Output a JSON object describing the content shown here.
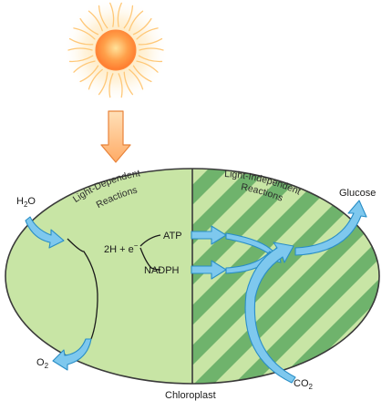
{
  "diagram": {
    "regions": {
      "light_dependent": {
        "line1": "Light-Dependent",
        "line2": "Reactions"
      },
      "light_independent": {
        "line1": "Light-Independent",
        "line2": "Reactions"
      }
    },
    "labels": {
      "water": {
        "main": "H",
        "sub": "2",
        "tail": "O"
      },
      "oxygen": {
        "main": "O",
        "sub": "2"
      },
      "electrons": "2H + e",
      "electrons_sup": "−",
      "atp": "ATP",
      "nadph": "NADPH",
      "glucose": "Glucose",
      "co2": {
        "main": "CO",
        "sub": "2"
      },
      "chloroplast": "Chloroplast"
    },
    "colors": {
      "sun_core": "#ff8a3d",
      "sun_glow": "#ffd27a",
      "arrow_orange": "#ffb06a",
      "ellipse_light": "#c8e5a5",
      "stripe_dark": "#6fb36c",
      "arrow_blue": "#7ec8ee",
      "arrow_blue_edge": "#2a8ec6"
    }
  }
}
